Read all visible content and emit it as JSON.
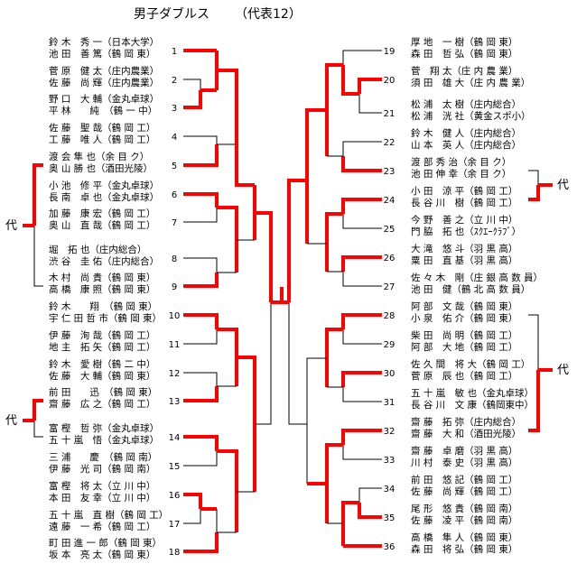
{
  "title": "男子ダブルス",
  "subtitle": "（代表12）",
  "dai_label": "代",
  "colors": {
    "win": "#ff0000",
    "line": "#000000"
  },
  "left_entries": [
    {
      "seed": "1",
      "p1": "鈴 木　秀 一（日本大学）",
      "p2": "池 田　善 篤（鶴 岡 東）"
    },
    {
      "seed": "2",
      "p1": "菅 原　健 太（庄内農業）",
      "p2": "佐 藤　尚 輝（庄内農業）"
    },
    {
      "seed": "3",
      "p1": "野 口　大 輔（金丸卓球）",
      "p2": "平 林　　純　（鶴 一 中）"
    },
    {
      "seed": "4",
      "p1": "佐 藤　聖 哉（鶴 岡 工）",
      "p2": "工 藤　唯 人（鶴 岡 工）"
    },
    {
      "seed": "5",
      "p1": "渡 会 隼 也（余 目 ク）",
      "p2": "奥 山 勝 也（酒田光陵）"
    },
    {
      "seed": "6",
      "p1": "小 池　修 平（金丸卓球）",
      "p2": "長 南　卓 也（金丸卓球）"
    },
    {
      "seed": "7",
      "p1": "加 藤　康 宏（鶴 岡 工）",
      "p2": "奥 山　直 哉（鶴 岡 工）"
    },
    {
      "seed": "8",
      "p1": "堀　拓 也（庄内総合）",
      "p2": "渋 谷　圭 佑（庄内総合）"
    },
    {
      "seed": "9",
      "p1": "木 村　尚 貴（鶴 岡 東）",
      "p2": "高 橋　康 照（鶴 岡 東）"
    },
    {
      "seed": "10",
      "p1": "鈴 木　　翔　（鶴 岡 東）",
      "p2": "宇 仁 田 哲 市（鶴 岡 東）"
    },
    {
      "seed": "11",
      "p1": "伊 藤　洵 哉（鶴 岡 工）",
      "p2": "地 主　拓 矢（鶴 岡 工）"
    },
    {
      "seed": "12",
      "p1": "鈴 木　愛 樹（鶴 二 中）",
      "p2": "佐 藤　大 輔（鶴 岡 東）"
    },
    {
      "seed": "13",
      "p1": "前 田　　迅　（鶴 岡 東）",
      "p2": "齋 藤　広 之（鶴 岡 工）"
    },
    {
      "seed": "14",
      "p1": "富 樫　哲 弥（金丸卓球）",
      "p2": "五 十 嵐　悟（金丸卓球）"
    },
    {
      "seed": "15",
      "p1": "三 浦　　慶　（鶴 岡 南）",
      "p2": "伊 藤　光 司（鶴 岡 南）"
    },
    {
      "seed": "16",
      "p1": "富 樫　将 太（立 川 中）",
      "p2": "本 田　友 幸（立 川 中）"
    },
    {
      "seed": "17",
      "p1": "五 十 嵐　直 樹（鶴 岡 工）",
      "p2": "遠 藤　一 希（鶴 岡 工）"
    },
    {
      "seed": "18",
      "p1": "町 田 進 一 郎（鶴 岡 東）",
      "p2": "坂 本　亮 太（鶴 岡 東）"
    }
  ],
  "right_entries": [
    {
      "seed": "19",
      "p1": "厚 地　一 樹（鶴 岡 東）",
      "p2": "森 田　哲 弘（鶴 岡 東）"
    },
    {
      "seed": "20",
      "p1": "菅　翔 太（庄 内 農 業）",
      "p2": "須 田　雄 大（庄 内 農 業）"
    },
    {
      "seed": "21",
      "p1": "松 浦　太 樹（庄内総合）",
      "p2": "松 浦　洸 社（黄金スポ小）"
    },
    {
      "seed": "22",
      "p1": "鈴 木　健 人（庄内総合）",
      "p2": "山 本　英 人（庄内総合）"
    },
    {
      "seed": "23",
      "p1": "渡 部 秀 治（余 目 ク）",
      "p2": "池 田 伸 幸（余 目 ク）"
    },
    {
      "seed": "24",
      "p1": "小 田　涼 平（鶴 岡 工）",
      "p2": "長 谷 川　樹（鶴 岡 工）"
    },
    {
      "seed": "25",
      "p1": "今 野　善 之（立 川 中）",
      "p2": "門 脇　拓 也（ｽｸｴｰｸﾗﾌﾞ）"
    },
    {
      "seed": "26",
      "p1": "大 滝　悠 斗（羽 黒 高）",
      "p2": "粟 田　直 基（羽 黒 高）"
    },
    {
      "seed": "27",
      "p1": "佐 々 木　剛（庄 銀 高 数 員）",
      "p2": "池 田　健（鶴 北 高 数 員）"
    },
    {
      "seed": "28",
      "p1": "阿 部　文 哉（鶴 岡 東）",
      "p2": "小 泉　佑 介（鶴 岡 東）"
    },
    {
      "seed": "29",
      "p1": "柴 田　尚 明（鶴 岡 工）",
      "p2": "阿 部　大 地（鶴 岡 工）"
    },
    {
      "seed": "30",
      "p1": "佐 久 間　将 大（鶴 岡 工）",
      "p2": "菅 原　辰 也（鶴 岡 工）"
    },
    {
      "seed": "31",
      "p1": "五 十 嵐　敏 也（金丸卓球）",
      "p2": "長 谷 川　文 康（鶴岡東中）"
    },
    {
      "seed": "32",
      "p1": "齋 藤　拓 弥（庄内総合）",
      "p2": "齋 藤　大 和（酒田光陵）"
    },
    {
      "seed": "33",
      "p1": "齋 藤　卓 磨（羽 黒 高）",
      "p2": "川 村　泰 史（羽 黒 高）"
    },
    {
      "seed": "34",
      "p1": "前 田　悠 記（鶴 岡 工）",
      "p2": "佐 藤　尚 輝（鶴 岡 工）"
    },
    {
      "seed": "35",
      "p1": "尾 形　悠 貴（鶴 岡 南）",
      "p2": "佐 藤　凌 平（鶴 岡 南）"
    },
    {
      "seed": "36",
      "p1": "高 橋　隼 人（鶴 岡 東）",
      "p2": "森 田　将 弘（鶴 岡 東）"
    }
  ]
}
